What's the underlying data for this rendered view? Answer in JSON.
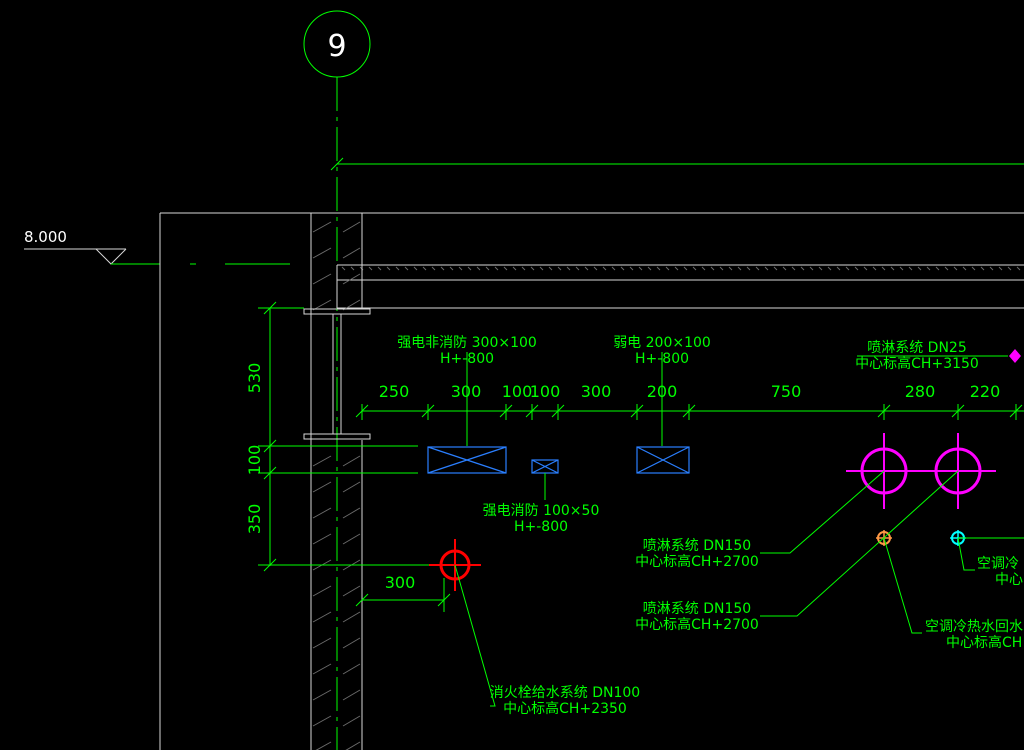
{
  "grid_axis": {
    "label": "9"
  },
  "elevation": {
    "label": "8.000"
  },
  "vertical_dims": [
    "530",
    "100",
    "350"
  ],
  "horizontal_dims": [
    "250",
    "300",
    "100",
    "100",
    "300",
    "200",
    "750",
    "280",
    "220"
  ],
  "beam_dim": "300",
  "labels": {
    "strong_nonfire": {
      "line1": "强电非消防 300×100",
      "line2": "H+-800"
    },
    "weak": {
      "line1": "弱电 200×100",
      "line2": "H+-800"
    },
    "strong_fire": {
      "line1": "强电消防 100×50",
      "line2": "H+-800"
    },
    "sprinkler_dn25": {
      "line1": "喷淋系统 DN25",
      "line2": "中心标高CH+3150"
    },
    "sprinkler_dn150_a": {
      "line1": "喷淋系统 DN150",
      "line2": "中心标高CH+2700"
    },
    "sprinkler_dn150_b": {
      "line1": "喷淋系统 DN150",
      "line2": "中心标高CH+2700"
    },
    "hydrant": {
      "line1": "消火栓给水系统 DN100",
      "line2": "中心标高CH+2350"
    },
    "ac_supply": {
      "line1": "空调冷",
      "line2": "中心"
    },
    "ac_return": {
      "line1": "空调冷热水回水",
      "line2": "中心标高CH"
    }
  },
  "colors": {
    "background": "#000000",
    "annotation": "#00ff00",
    "cable_tray": "#2a7fff",
    "sprinkler": "#ff00ff",
    "hydrant": "#ff0000",
    "ac_supply": "#00ffff",
    "ac_return": "#ff9944",
    "structure": "#d8d8d8"
  }
}
